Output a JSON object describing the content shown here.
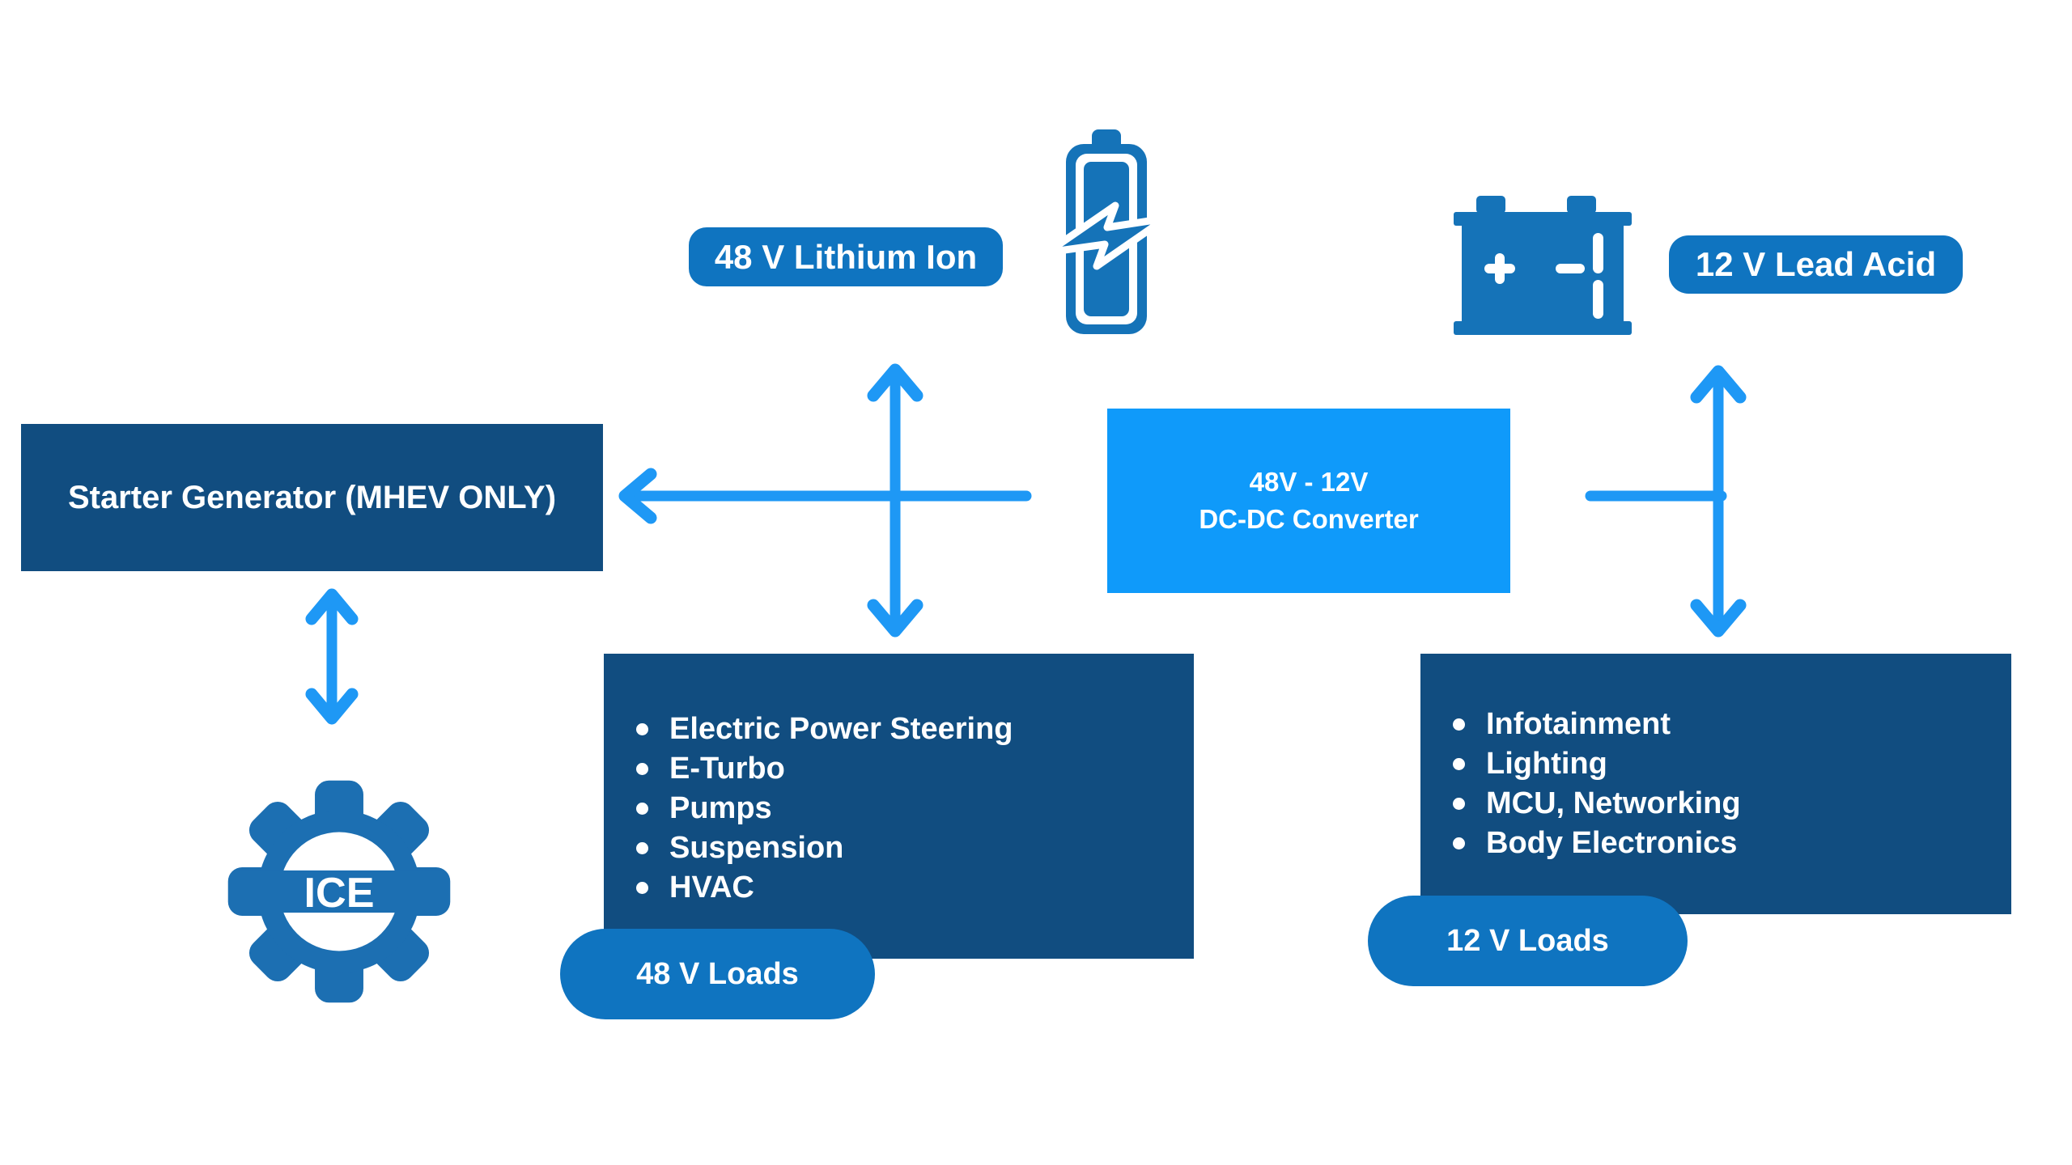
{
  "colors": {
    "navy": "#114d80",
    "pill_blue": "#0f74c0",
    "icon_blue": "#1573b8",
    "converter_blue": "#0f9afa",
    "arrow_blue": "#1e98f5",
    "text": "#ffffff",
    "background": "#ffffff"
  },
  "nodes": {
    "starter_generator": {
      "label": "Starter Generator (MHEV ONLY)"
    },
    "ice_engine": {
      "label": "ICE",
      "icon": "gear-icon"
    },
    "lithium_battery": {
      "label": "48 V Lithium Ion",
      "icon": "battery-lightning-icon"
    },
    "lead_acid_battery": {
      "label": "12 V Lead Acid",
      "icon": "car-battery-icon"
    },
    "dcdc_converter": {
      "line1": "48V - 12V",
      "line2": "DC-DC Converter"
    },
    "loads_48v": {
      "badge": "48 V Loads",
      "items": [
        "Electric Power Steering",
        "E-Turbo",
        "Pumps",
        "Suspension",
        "HVAC"
      ]
    },
    "loads_12v": {
      "badge": "12 V Loads",
      "items": [
        "Infotainment",
        "Lighting",
        "MCU, Networking",
        "Body Electronics"
      ]
    }
  },
  "connections": [
    "converter-to-starter-generator-arrow",
    "lithium-bus-double-arrow",
    "lead-acid-bus-double-arrow",
    "converter-to-12v-bus-line",
    "starter-generator-to-ice-double-arrow"
  ]
}
